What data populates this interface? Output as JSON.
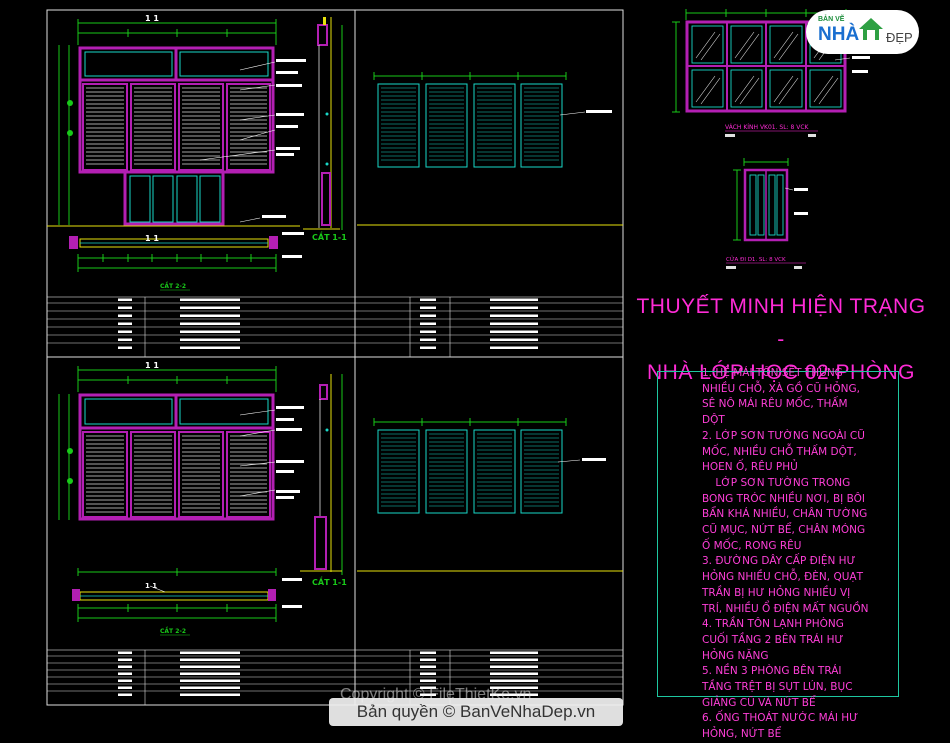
{
  "heading": {
    "line1": "THUYẾT MINH HIỆN TRẠNG -",
    "line2": "NHÀ LỚP HỌC 02 PHÒNG"
  },
  "notes": [
    "1. HỆ MÁI TÔN SẼT THỦNG NHIỀU CHỖ, XÀ GỒ CŨ HỎNG, SÊ NÔ MÁI RÊU MỐC, THẤM DỘT",
    "2. LỚP SƠN TƯỜNG NGOÀI CŨ MỐC, NHIỀU CHỖ THẤM DỘT, HOEN Ố, RÊU PHỦ",
    "    LỚP SƠN TƯỜNG TRONG BONG TRÓC NHIỀU NƠI, BỊ BÔI BẨN KHÁ NHIỀU, CHÂN TƯỜNG CŨ MỤC, NỨT BỂ, CHÂN MÓNG Ố MỐC, RONG RÊU",
    "3. ĐƯỜNG DÂY CẤP ĐIỆN HƯ HỎNG NHIỀU CHỖ, ĐÈN, QUẠT TRẦN BỊ HƯ HỎNG NHIỀU VỊ TRÍ, NHIỀU Ổ ĐIỆN MẤT NGUỒN",
    "4. TRẦN TÔN LẠNH PHÒNG CUỐI TẦNG 2 BÊN TRÁI HƯ HỎNG NẶNG",
    "5. NỀN 3 PHÒNG BÊN TRÁI TẦNG TRỆT BỊ SỤT LÚN, BỤC GIẢNG CŨ VÀ NỨT BỂ",
    "6. ỐNG THOÁT NƯỚC MÁI HƯ HỎNG, NỨT BỂ"
  ],
  "labels": {
    "sec11_a": "CẮT 1-1",
    "sec22_a": "CẮT 2-2",
    "sec11_b": "CẮT 1-1",
    "sec22_b": "CẮT 2-2",
    "elev_mark_a": "1 1",
    "elev_mark_b": "1 1",
    "plan_mark_a": "1 1",
    "plan_mark_b": "1 1",
    "window_title": "VÁCH KÍNH VK01. SL: 8 VCK",
    "door_title": "CỬA ĐI D1. SL: 8 VCK",
    "note_frame": "KHUNG NHÔM",
    "note_glass": "KÍNH TRẮNG",
    "note_louver": "LÁ SÁCH",
    "note_wall": "TƯỜNG GẠCH",
    "note_floor": "NỀN GẠCH",
    "note_steel": "BẢN SẮT"
  },
  "logo": {
    "top": "BẢN VẼ",
    "brand": "NHÀ",
    "suffix": "ĐẸP"
  },
  "watermark": "Copyright © FileThietKe.vn",
  "copyright": "Bản quyền © BanVeNhaDep.vn",
  "colors": {
    "frame": "#b31fb3",
    "glass": "#19d7c7",
    "dim": "#19c919",
    "yellow": "#e7e20b",
    "text_magenta": "#ff2bd6",
    "border": "#dddddd"
  }
}
